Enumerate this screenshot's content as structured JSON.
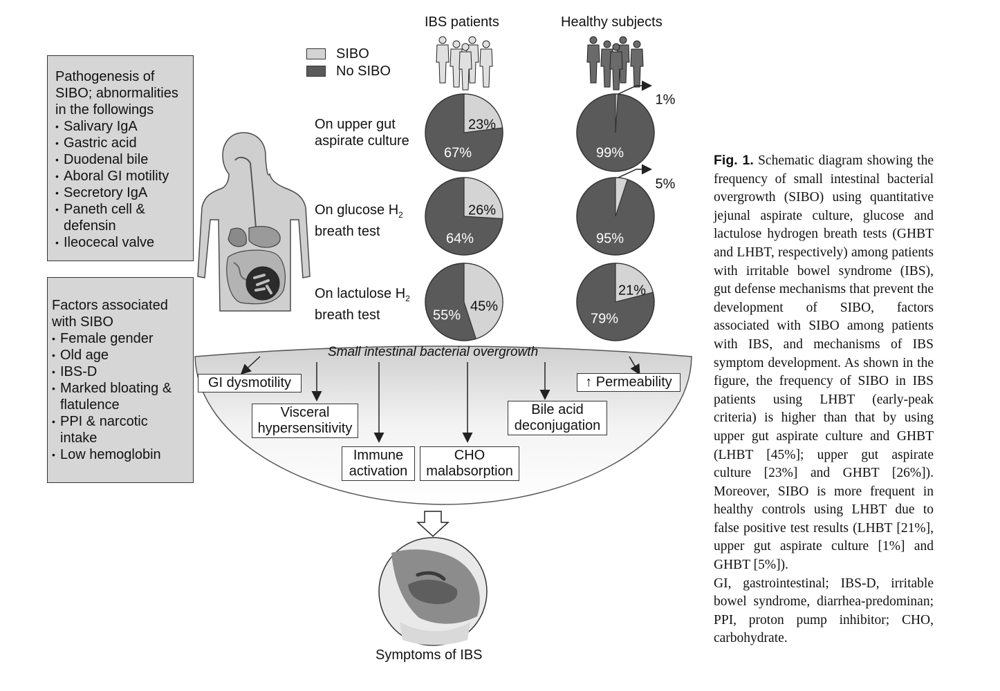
{
  "columns": {
    "ibs": "IBS patients",
    "healthy": "Healthy subjects"
  },
  "legend": {
    "sibo": "SIBO",
    "no_sibo": "No SIBO",
    "sibo_color": "#d4d4d4",
    "no_sibo_color": "#5a5a5a"
  },
  "pathogenesis": {
    "title": "Pathogenesis of SIBO; abnormalities in the followings",
    "items": [
      "Salivary IgA",
      "Gastric acid",
      "Duodenal bile",
      "Aboral GI motility",
      "Secretory IgA",
      "Paneth cell & defensin",
      "Ileocecal valve"
    ]
  },
  "factors": {
    "title": "Factors associated with SIBO",
    "items": [
      "Female gender",
      "Old age",
      "IBS-D",
      "Marked bloating & flatulence",
      "PPI & narcotic intake",
      "Low hemoglobin"
    ]
  },
  "tests": {
    "culture": "On upper gut aspirate culture",
    "glucose": "On glucose H",
    "glucose_sub": "2",
    "glucose_tail": "breath test",
    "lactulose": "On lactulose H",
    "lactulose_sub": "2",
    "lactulose_tail": "breath test"
  },
  "chart_data": [
    {
      "type": "pie",
      "group": "IBS patients",
      "test": "On upper gut aspirate culture",
      "slices": [
        {
          "name": "SIBO",
          "value": 23,
          "label": "23%"
        },
        {
          "name": "No SIBO",
          "value": 67,
          "label": "67%"
        }
      ]
    },
    {
      "type": "pie",
      "group": "Healthy subjects",
      "test": "On upper gut aspirate culture",
      "slices": [
        {
          "name": "SIBO",
          "value": 1,
          "label": "1%"
        },
        {
          "name": "No SIBO",
          "value": 99,
          "label": "99%"
        }
      ]
    },
    {
      "type": "pie",
      "group": "IBS patients",
      "test": "On glucose H2 breath test",
      "slices": [
        {
          "name": "SIBO",
          "value": 26,
          "label": "26%"
        },
        {
          "name": "No SIBO",
          "value": 64,
          "label": "64%"
        }
      ]
    },
    {
      "type": "pie",
      "group": "Healthy subjects",
      "test": "On glucose H2 breath test",
      "slices": [
        {
          "name": "SIBO",
          "value": 5,
          "label": "5%"
        },
        {
          "name": "No SIBO",
          "value": 95,
          "label": "95%"
        }
      ]
    },
    {
      "type": "pie",
      "group": "IBS patients",
      "test": "On lactulose H2 breath test",
      "slices": [
        {
          "name": "SIBO",
          "value": 45,
          "label": "45%"
        },
        {
          "name": "No SIBO",
          "value": 55,
          "label": "55%"
        }
      ]
    },
    {
      "type": "pie",
      "group": "Healthy subjects",
      "test": "On lactulose H2 breath test",
      "slices": [
        {
          "name": "SIBO",
          "value": 21,
          "label": "21%"
        },
        {
          "name": "No SIBO",
          "value": 79,
          "label": "79%"
        }
      ]
    }
  ],
  "mechanisms": {
    "title": "Small intestinal bacterial overgrowth",
    "gi": "GI dysmotility",
    "visceral_1": "Visceral",
    "visceral_2": "hypersensitivity",
    "immune_1": "Immune",
    "immune_2": "activation",
    "cho_1": "CHO",
    "cho_2": "malabsorption",
    "bile_1": "Bile acid",
    "bile_2": "deconjugation",
    "perm_arrow": "↑",
    "perm": "Permeability"
  },
  "symptoms": "Symptoms of IBS",
  "caption": {
    "label": "Fig. 1.",
    "text": "Schematic diagram showing the frequency of small intestinal bacterial overgrowth (SIBO) using quantitative jejunal aspirate culture, glucose and lactulose hydrogen breath tests (GHBT and LHBT, respectively) among patients with irritable bowel syndrome (IBS), gut defense mechanisms that prevent the development of SIBO, factors associated with SIBO among patients with IBS, and mechanisms of IBS symptom development. As shown in the figure, the frequency of SIBO in IBS patients using LHBT (early-peak criteria) is higher than that by using upper gut aspirate culture and GHBT (LHBT [45%]; upper gut aspirate culture [23%] and GHBT [26%]). Moreover, SIBO is more frequent in healthy controls using LHBT due to false positive test results (LHBT [21%], upper gut aspirate culture [1%] and GHBT [5%]).",
    "abbrev": "GI, gastrointestinal; IBS-D, irritable bowel syndrome, diarrhea-predominan; PPI, proton pump inhibitor; CHO, carbohydrate."
  }
}
